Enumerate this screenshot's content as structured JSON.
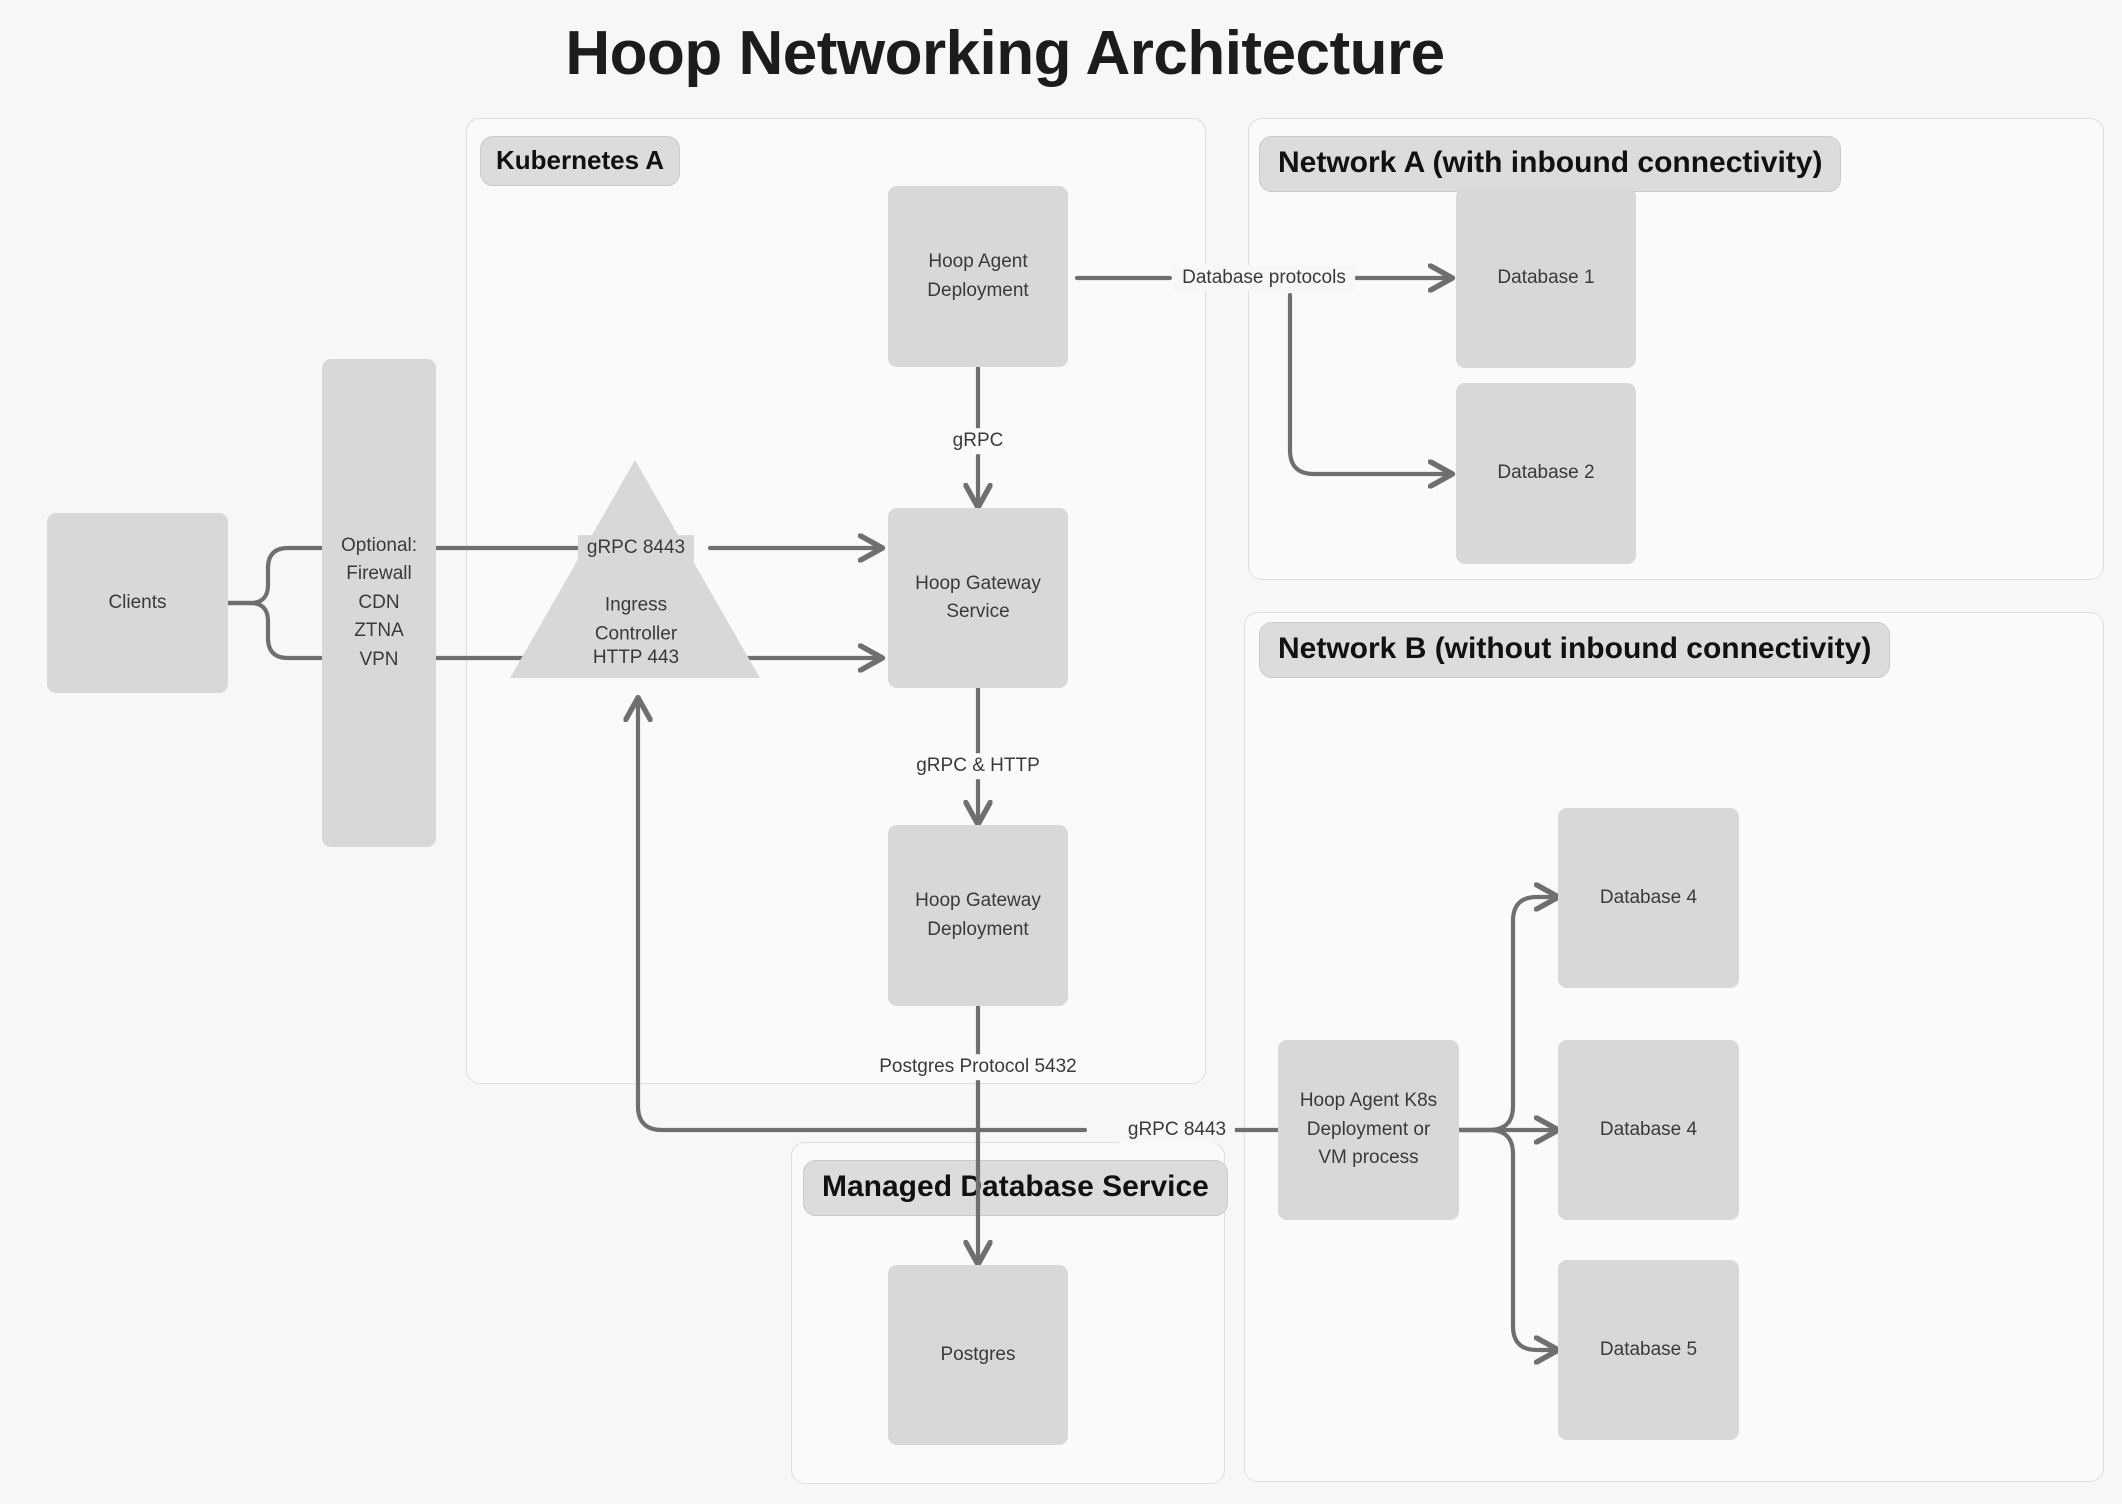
{
  "page": {
    "title": "Hoop Networking Architecture",
    "background_color": "#f7f7f7",
    "node_fill": "#d8d8d8",
    "edge_color": "#6f6f6f",
    "group_border_color": "#dedede"
  },
  "groups": [
    {
      "id": "kubernetes-a",
      "label": "Kubernetes A"
    },
    {
      "id": "network-a",
      "label": "Network A (with inbound connectivity)"
    },
    {
      "id": "network-b",
      "label": "Network B (without inbound connectivity)"
    },
    {
      "id": "managed-db",
      "label": "Managed Database Service"
    }
  ],
  "nodes": {
    "clients": {
      "label": "Clients"
    },
    "optional": {
      "line1": "Optional:",
      "line2": "Firewall",
      "line3": "CDN",
      "line4": "ZTNA",
      "line5": "VPN"
    },
    "ingress": {
      "line1": "Ingress",
      "line2": "Controller"
    },
    "hoop_agent_deployment": {
      "line1": "Hoop Agent",
      "line2": "Deployment"
    },
    "hoop_gateway_service": {
      "line1": "Hoop Gateway",
      "line2": "Service"
    },
    "hoop_gateway_deployment": {
      "line1": "Hoop Gateway",
      "line2": "Deployment"
    },
    "postgres": {
      "label": "Postgres"
    },
    "database_1": {
      "label": "Database 1"
    },
    "database_2": {
      "label": "Database 2"
    },
    "database_4a": {
      "label": "Database 4"
    },
    "database_4b": {
      "label": "Database 4"
    },
    "database_5": {
      "label": "Database 5"
    },
    "hoop_agent_k8s": {
      "line1": "Hoop Agent K8s",
      "line2": "Deployment or",
      "line3": "VM process"
    }
  },
  "edge_labels": {
    "grpc_8443_ingress": "gRPC 8443",
    "http_443_ingress": "HTTP 443",
    "grpc_agent_to_service": "gRPC",
    "grpc_http_service_to_deployment": "gRPC & HTTP",
    "postgres_protocol": "Postgres Protocol 5432",
    "database_protocols": "Database protocols",
    "grpc_8443_agent_return": "gRPC 8443"
  }
}
